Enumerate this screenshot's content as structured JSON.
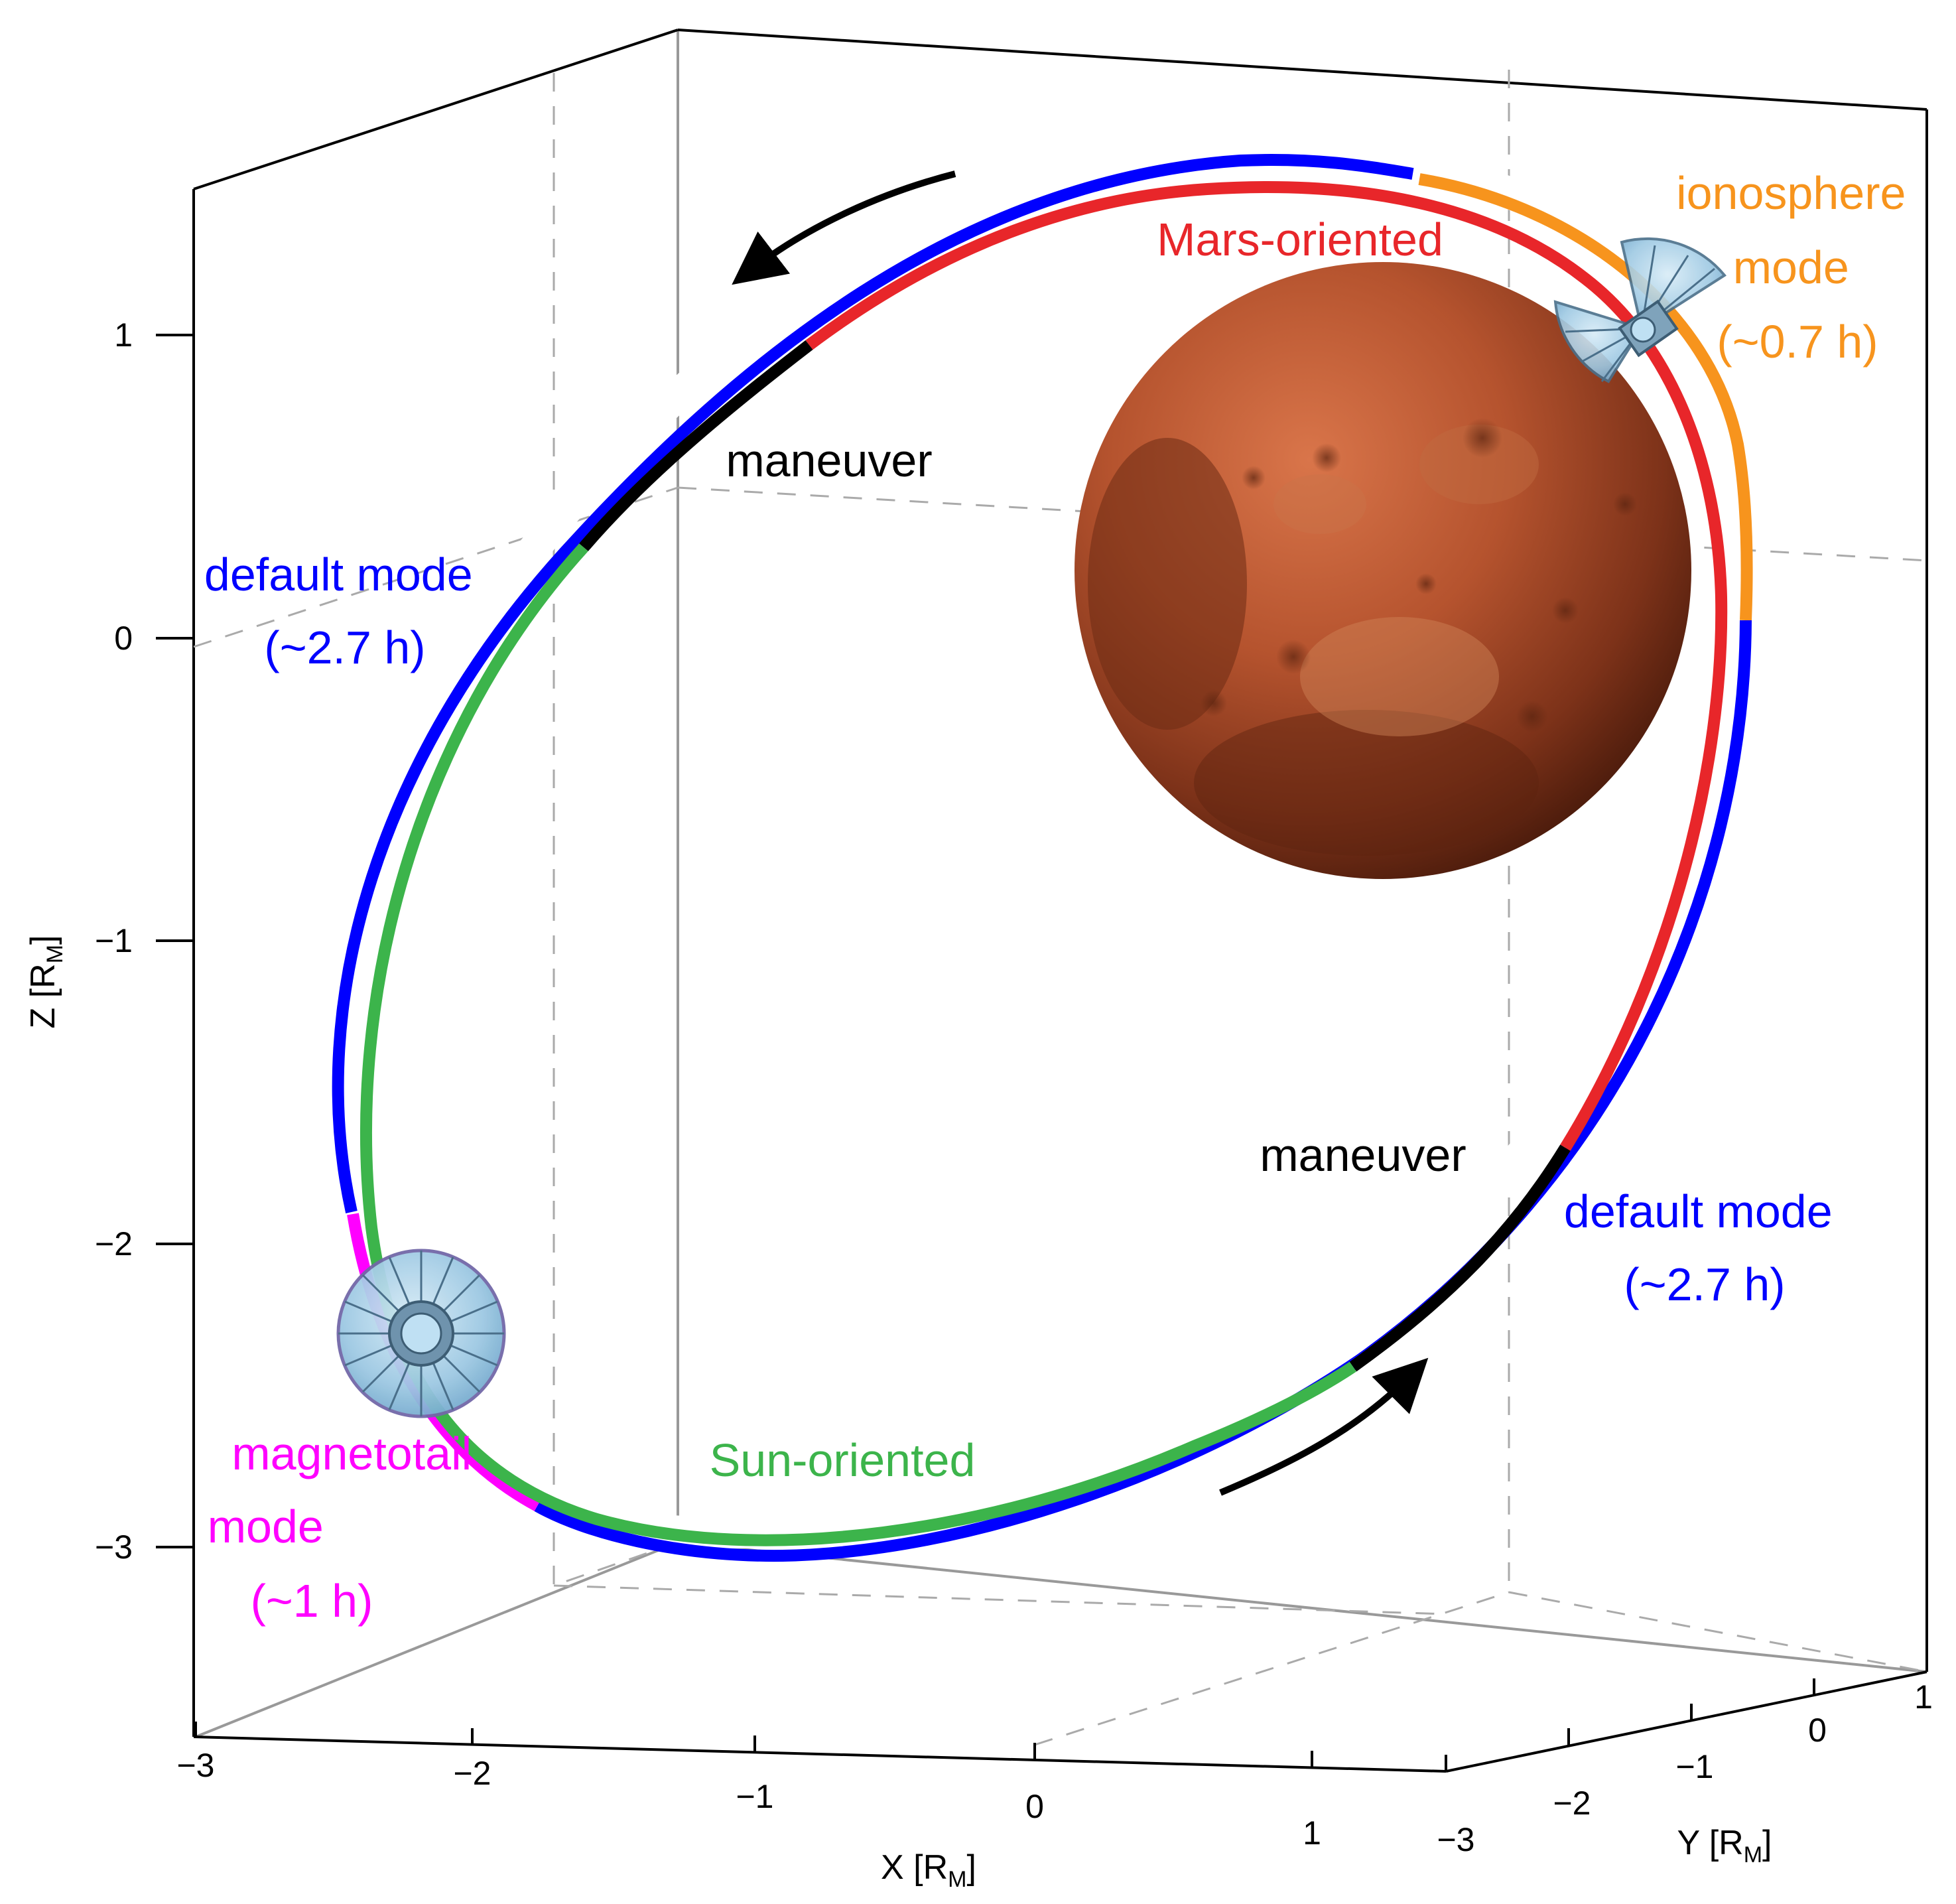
{
  "colors": {
    "default": "#0000ff",
    "mars_oriented": "#e8262a",
    "sun_oriented": "#3cb44b",
    "maneuver": "#000000",
    "ionosphere": "#f7941d",
    "magnetotail": "#ff00ff",
    "planet": "#b5532e"
  },
  "axes": {
    "z": {
      "title_main": "Z [R",
      "title_sub": "M",
      "title_end": "]",
      "ticks": [
        "1",
        "0",
        "−1",
        "−2",
        "−3"
      ]
    },
    "x": {
      "title_main": "X [R",
      "title_sub": "M",
      "title_end": "]",
      "ticks": [
        "−3",
        "−2",
        "−1",
        "0",
        "1"
      ]
    },
    "y": {
      "title_main": "Y [R",
      "title_sub": "M",
      "title_end": "]",
      "ticks": [
        "−3",
        "−2",
        "−1",
        "0",
        "1"
      ]
    }
  },
  "labels": {
    "mars_oriented": "Mars-oriented",
    "ionosphere_line1": "ionosphere",
    "ionosphere_line2": "mode",
    "ionosphere_line3": "(~0.7 h)",
    "maneuver_top": "maneuver",
    "maneuver_bottom": "maneuver",
    "default_left_line1": "default mode",
    "default_left_line2": "(~2.7 h)",
    "default_right_line1": "default mode",
    "default_right_line2": "(~2.7 h)",
    "sun_oriented": "Sun-oriented",
    "magnetotail_line1": "magnetotail",
    "magnetotail_line2": "mode",
    "magnetotail_line3": "(~1 h)"
  },
  "icons": [
    "mars-planet-icon",
    "spacecraft-icon",
    "direction-arrow-icon"
  ]
}
